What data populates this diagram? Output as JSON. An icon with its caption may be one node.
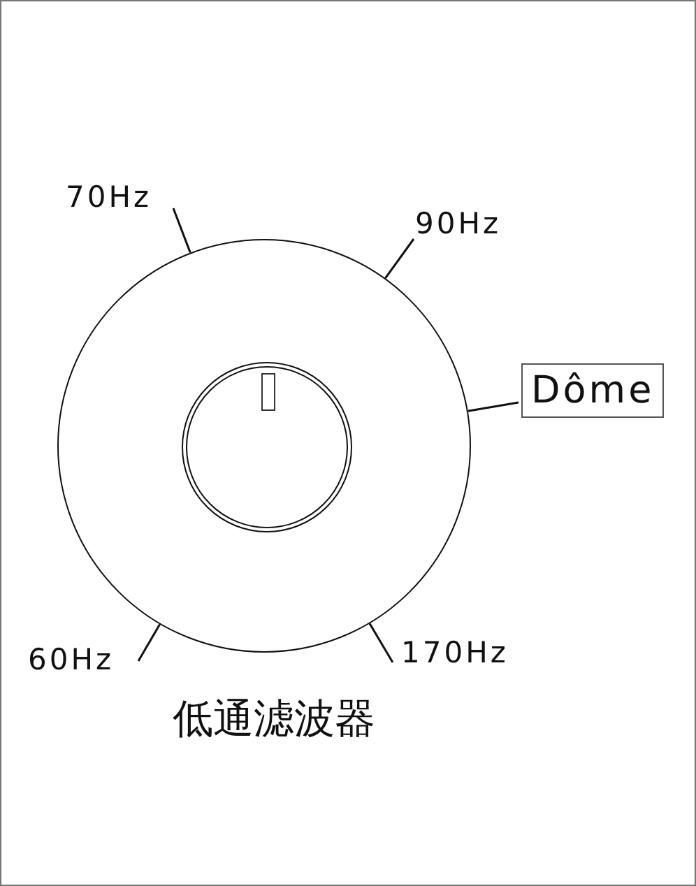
{
  "diagram": {
    "caption": "低通滤波器",
    "nodes": [
      {
        "text": [],
        "shape": "circle"
      },
      {
        "text": [],
        "shape": "circle",
        "in": 0
      },
      {
        "text": [
          "70Hz"
        ]
      },
      {
        "text": [
          "90Hz"
        ]
      },
      {
        "text": [
          "Dôme"
        ]
      },
      {
        "text": [
          "60Hz"
        ]
      },
      {
        "text": [
          "170Hz"
        ]
      }
    ],
    "edges": [
      {
        "from": 2,
        "to": 0,
        "arrow": "none"
      },
      {
        "from": 3,
        "to": 0,
        "arrow": "none"
      },
      {
        "from": 4,
        "to": 0,
        "arrow": "none"
      },
      {
        "from": 5,
        "to": 0,
        "arrow": "none"
      },
      {
        "from": 6,
        "to": 0,
        "arrow": "none"
      }
    ]
  }
}
